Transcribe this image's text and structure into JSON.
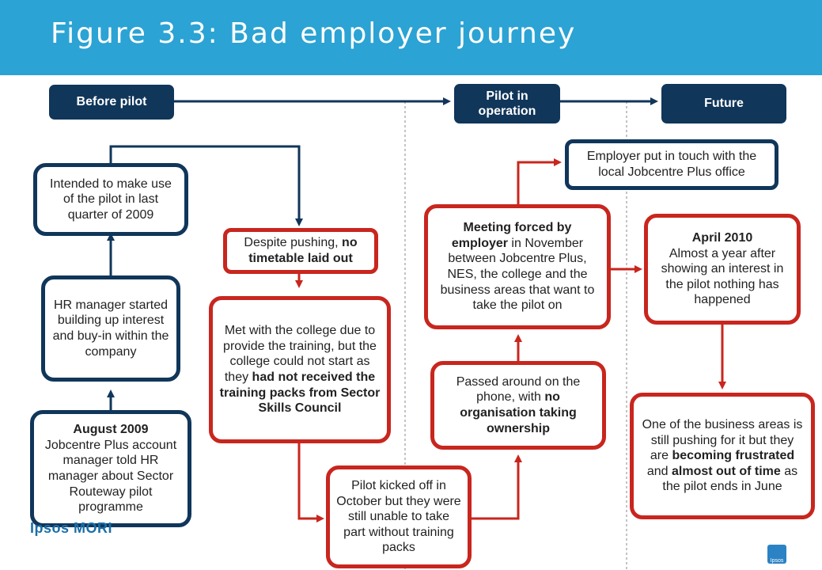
{
  "title": "Figure 3.3: Bad employer journey",
  "phases": {
    "before": "Before pilot",
    "operation": "Pilot in operation",
    "future": "Future"
  },
  "boxes": {
    "august": {
      "bold": "August 2009",
      "text": "Jobcentre Plus account manager told HR manager about Sector Routeway pilot programme"
    },
    "hr_manager": {
      "text": "HR manager started building up interest and buy-in within the company"
    },
    "intended": {
      "text": "Intended to make use of the pilot in last quarter of 2009"
    },
    "despite": {
      "a": "Despite pushing, ",
      "b": "no timetable laid out"
    },
    "met_college": {
      "a": "Met with the college due to provide the training, but the college could not start as they ",
      "b": "had not received the training packs from Sector Skills Council"
    },
    "kicked_off": {
      "text": "Pilot kicked off in October but they were still unable to take part without training packs"
    },
    "passed_around": {
      "a": "Passed around on the phone, with ",
      "b": "no organisation taking ownership"
    },
    "meeting": {
      "a": "Meeting forced by employer",
      "b": " in November between Jobcentre Plus, NES, the college and the business areas that want to take the pilot on"
    },
    "employer_touch": {
      "text": "Employer put in touch with the local Jobcentre Plus office"
    },
    "april": {
      "bold": "April 2010",
      "text": "Almost a year after showing an interest in the pilot nothing has happened"
    },
    "one_business": {
      "a": "One of the business areas is still pushing for it but they are ",
      "b": "becoming frustrated",
      "c": " and ",
      "d": "almost out of time",
      "e": " as the pilot ends in June"
    }
  },
  "brand": "Ipsos MORI",
  "logo_text": "Ipsos",
  "colors": {
    "banner": "#2ba3d4",
    "navy": "#10365a",
    "red": "#c8261e"
  }
}
